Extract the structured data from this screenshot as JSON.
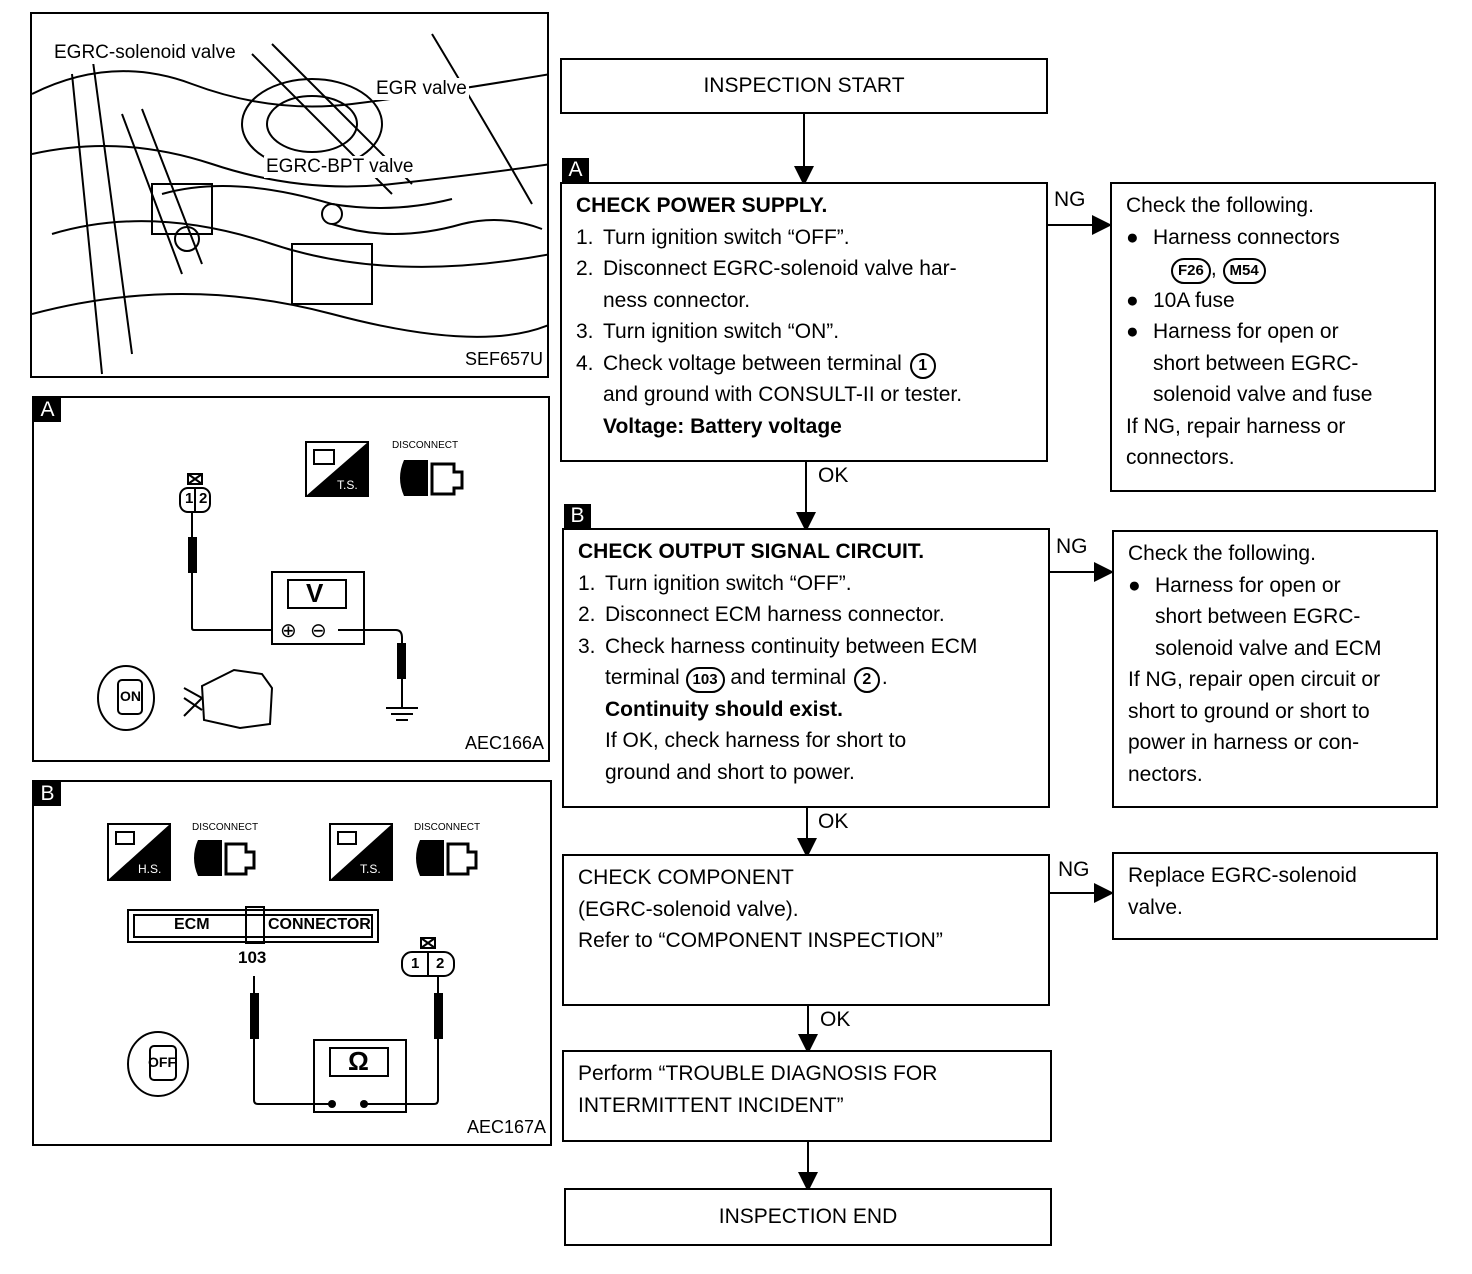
{
  "photo": {
    "labels": [
      "EGRC-solenoid valve",
      "EGR valve",
      "EGRC-BPT valve"
    ],
    "code": "SEF657U"
  },
  "diagram_a": {
    "tag": "A",
    "connector_pins": [
      "1",
      "2"
    ],
    "meter": "V",
    "meter_plus": "⊕",
    "meter_minus": "⊖",
    "ts_label": "T.S.",
    "disconnect_label": "DISCONNECT",
    "key_label": "ON",
    "code": "AEC166A"
  },
  "diagram_b": {
    "tag": "B",
    "hs_label": "H.S.",
    "ts_label": "T.S.",
    "disconnect_label": "DISCONNECT",
    "ecm_label": "ECM",
    "connector_label": "CONNECTOR",
    "terminal": "103",
    "connector_pins": [
      "1",
      "2"
    ],
    "meter": "Ω",
    "key_label": "OFF",
    "code": "AEC167A"
  },
  "flow": {
    "start": "INSPECTION START",
    "end": "INSPECTION END",
    "ok": "OK",
    "ng": "NG",
    "step_a": {
      "tag": "A",
      "title": "CHECK POWER SUPPLY.",
      "items": [
        {
          "n": "1.",
          "text": "Turn ignition switch “OFF”."
        },
        {
          "n": "2.",
          "text": "Disconnect EGRC-solenoid valve har-"
        },
        {
          "n": "",
          "text": "ness connector."
        },
        {
          "n": "3.",
          "text": "Turn ignition switch “ON”."
        },
        {
          "n": "4.",
          "text_a": "Check voltage between terminal",
          "terminal": "1"
        },
        {
          "n": "",
          "text": "and ground with CONSULT-II or tester."
        }
      ],
      "spec": "Voltage: Battery voltage",
      "ng_box": {
        "heading": "Check the following.",
        "bullet1": "Harness connectors",
        "conn1": "F26",
        "sep": ",",
        "conn2": "M54",
        "bullet2": "10A fuse",
        "bullet3_l1": "Harness for open or",
        "bullet3_l2": "short between EGRC-",
        "bullet3_l3": "solenoid valve and fuse",
        "footer_l1": "If NG, repair harness or",
        "footer_l2": "connectors."
      }
    },
    "step_b": {
      "tag": "B",
      "title": "CHECK OUTPUT SIGNAL CIRCUIT.",
      "i1": "Turn ignition switch “OFF”.",
      "i2": "Disconnect ECM harness connector.",
      "i3_l1": "Check harness continuity between ECM",
      "i3_l2a": "terminal",
      "term1": "103",
      "i3_l2b": "and terminal",
      "term2": "2",
      "i3_l2c": ".",
      "spec": "Continuity should exist.",
      "note_l1": "If OK, check harness for short to",
      "note_l2": "ground and short to power.",
      "ng_box": {
        "heading": "Check the following.",
        "b1_l1": "Harness for open or",
        "b1_l2": "short between EGRC-",
        "b1_l3": "solenoid valve and ECM",
        "f1": "If NG, repair open circuit or",
        "f2": "short to ground or short to",
        "f3": "power in harness or con-",
        "f4": "nectors."
      }
    },
    "step_c": {
      "l1": "CHECK COMPONENT",
      "l2": "(EGRC-solenoid valve).",
      "l3": "Refer to “COMPONENT INSPECTION”",
      "ng_box": {
        "l1": "Replace EGRC-solenoid",
        "l2": "valve."
      }
    },
    "step_d": {
      "l1": "Perform “TROUBLE DIAGNOSIS FOR",
      "l2": "INTERMITTENT INCIDENT”"
    }
  }
}
